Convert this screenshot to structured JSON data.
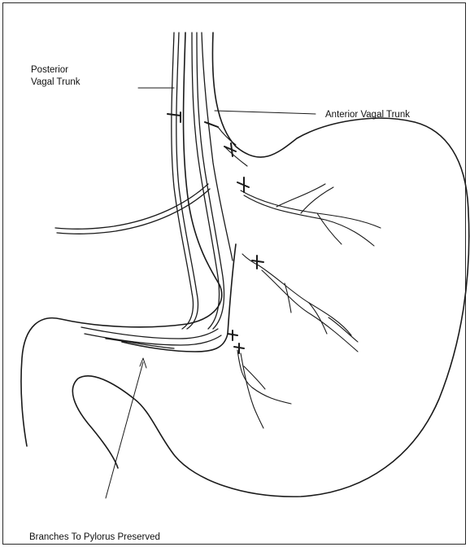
{
  "labels": {
    "posterior_line1": "Posterior",
    "posterior_line2": "Vagal Trunk",
    "anterior": "Anterior Vagal Trunk",
    "pylorus": "Branches To Pylorus Preserved"
  },
  "colors": {
    "ink": "#1a1a1a",
    "background": "#ffffff"
  }
}
